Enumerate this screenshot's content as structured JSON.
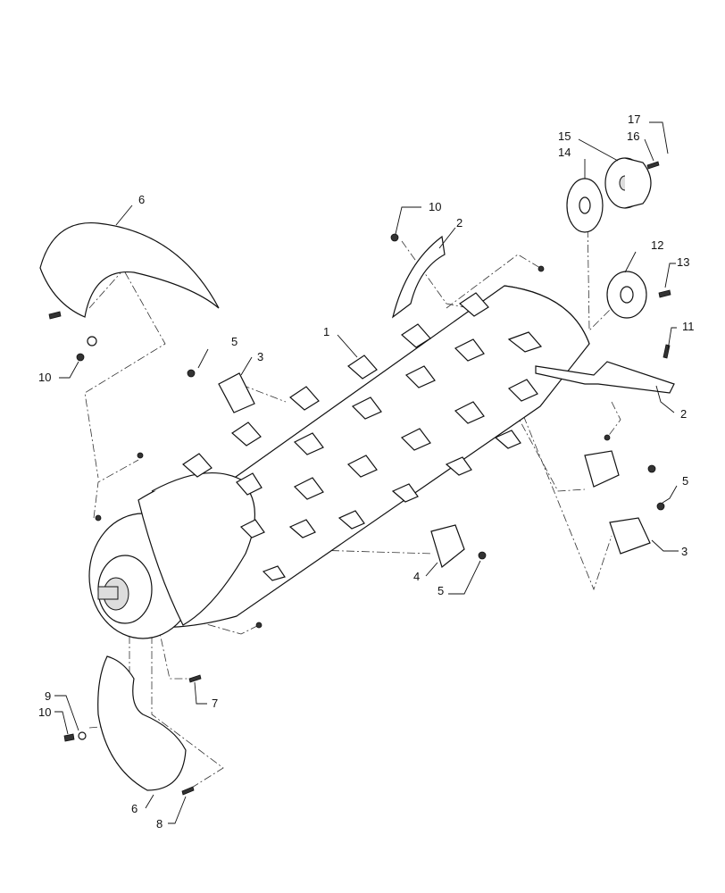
{
  "callouts": {
    "c1": "1",
    "c2a": "2",
    "c2b": "2",
    "c3a": "3",
    "c3b": "3",
    "c4": "4",
    "c5a": "5",
    "c5b": "5",
    "c5c": "5",
    "c6a": "6",
    "c6b": "6",
    "c7": "7",
    "c8": "8",
    "c9": "9",
    "c10a": "10",
    "c10b": "10",
    "c10c": "10",
    "c11": "11",
    "c12": "12",
    "c13": "13",
    "c14": "14",
    "c15": "15",
    "c16": "16",
    "c17": "17"
  }
}
